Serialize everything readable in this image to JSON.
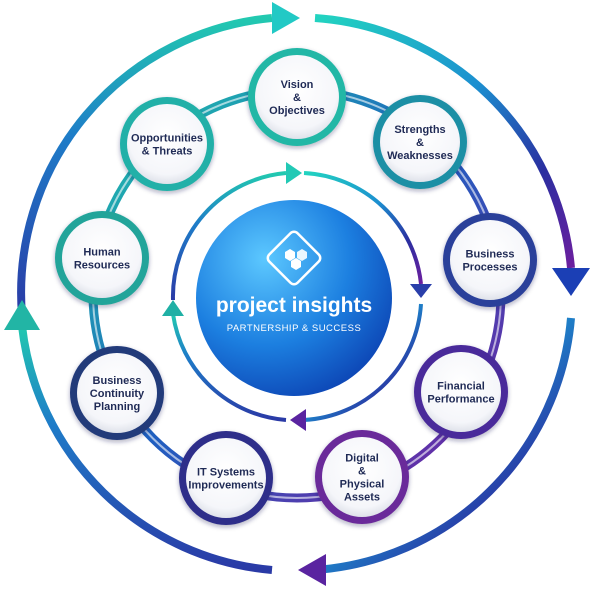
{
  "center": {
    "title": "project insights",
    "subtitle": "PARTNERSHIP & SUCCESS",
    "logo_icon": "hexagon-logo-icon"
  },
  "nodes": [
    {
      "id": "vision",
      "lines": [
        "Vision",
        "&",
        "Objectives"
      ],
      "ring": "#23b7a6"
    },
    {
      "id": "strengths",
      "lines": [
        "Strengths",
        "&",
        "Weaknesses"
      ],
      "ring": "#1f8fa5"
    },
    {
      "id": "processes",
      "lines": [
        "Business",
        "Processes"
      ],
      "ring": "#2a3f9a"
    },
    {
      "id": "financial",
      "lines": [
        "Financial",
        "Performance"
      ],
      "ring": "#4a2a9a"
    },
    {
      "id": "digital",
      "lines": [
        "Digital",
        "&",
        "Physical",
        "Assets"
      ],
      "ring": "#6a2a9a"
    },
    {
      "id": "it",
      "lines": [
        "IT Systems",
        "Improvements"
      ],
      "ring": "#2f2f8a"
    },
    {
      "id": "continuity",
      "lines": [
        "Business",
        "Continuity",
        "Planning"
      ],
      "ring": "#223a7a"
    },
    {
      "id": "hr",
      "lines": [
        "Human",
        "Resources"
      ],
      "ring": "#20a49a"
    },
    {
      "id": "opportunities",
      "lines": [
        "Opportunities",
        "& Threats"
      ],
      "ring": "#23b0a8"
    }
  ],
  "colors": {
    "teal": "#17c9b9",
    "cyan": "#1fb3d6",
    "blue": "#1d4fc4",
    "indigo": "#2c2f9a",
    "purple": "#6b23a0",
    "center_light": "#3fb6ff",
    "center_dark": "#0a55c8",
    "text": "#1f2a55"
  }
}
